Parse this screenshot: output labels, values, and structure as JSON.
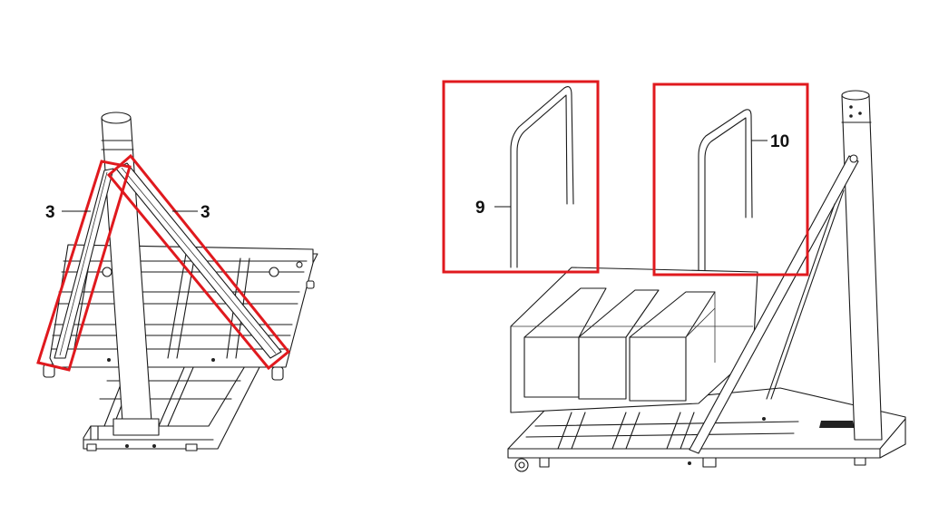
{
  "labels": {
    "left_brace_a": "3",
    "left_brace_b": "3",
    "handle_left": "9",
    "handle_right": "10"
  },
  "colors": {
    "highlight": "#e0191e",
    "line": "#1a1a1a",
    "background": "#ffffff"
  }
}
